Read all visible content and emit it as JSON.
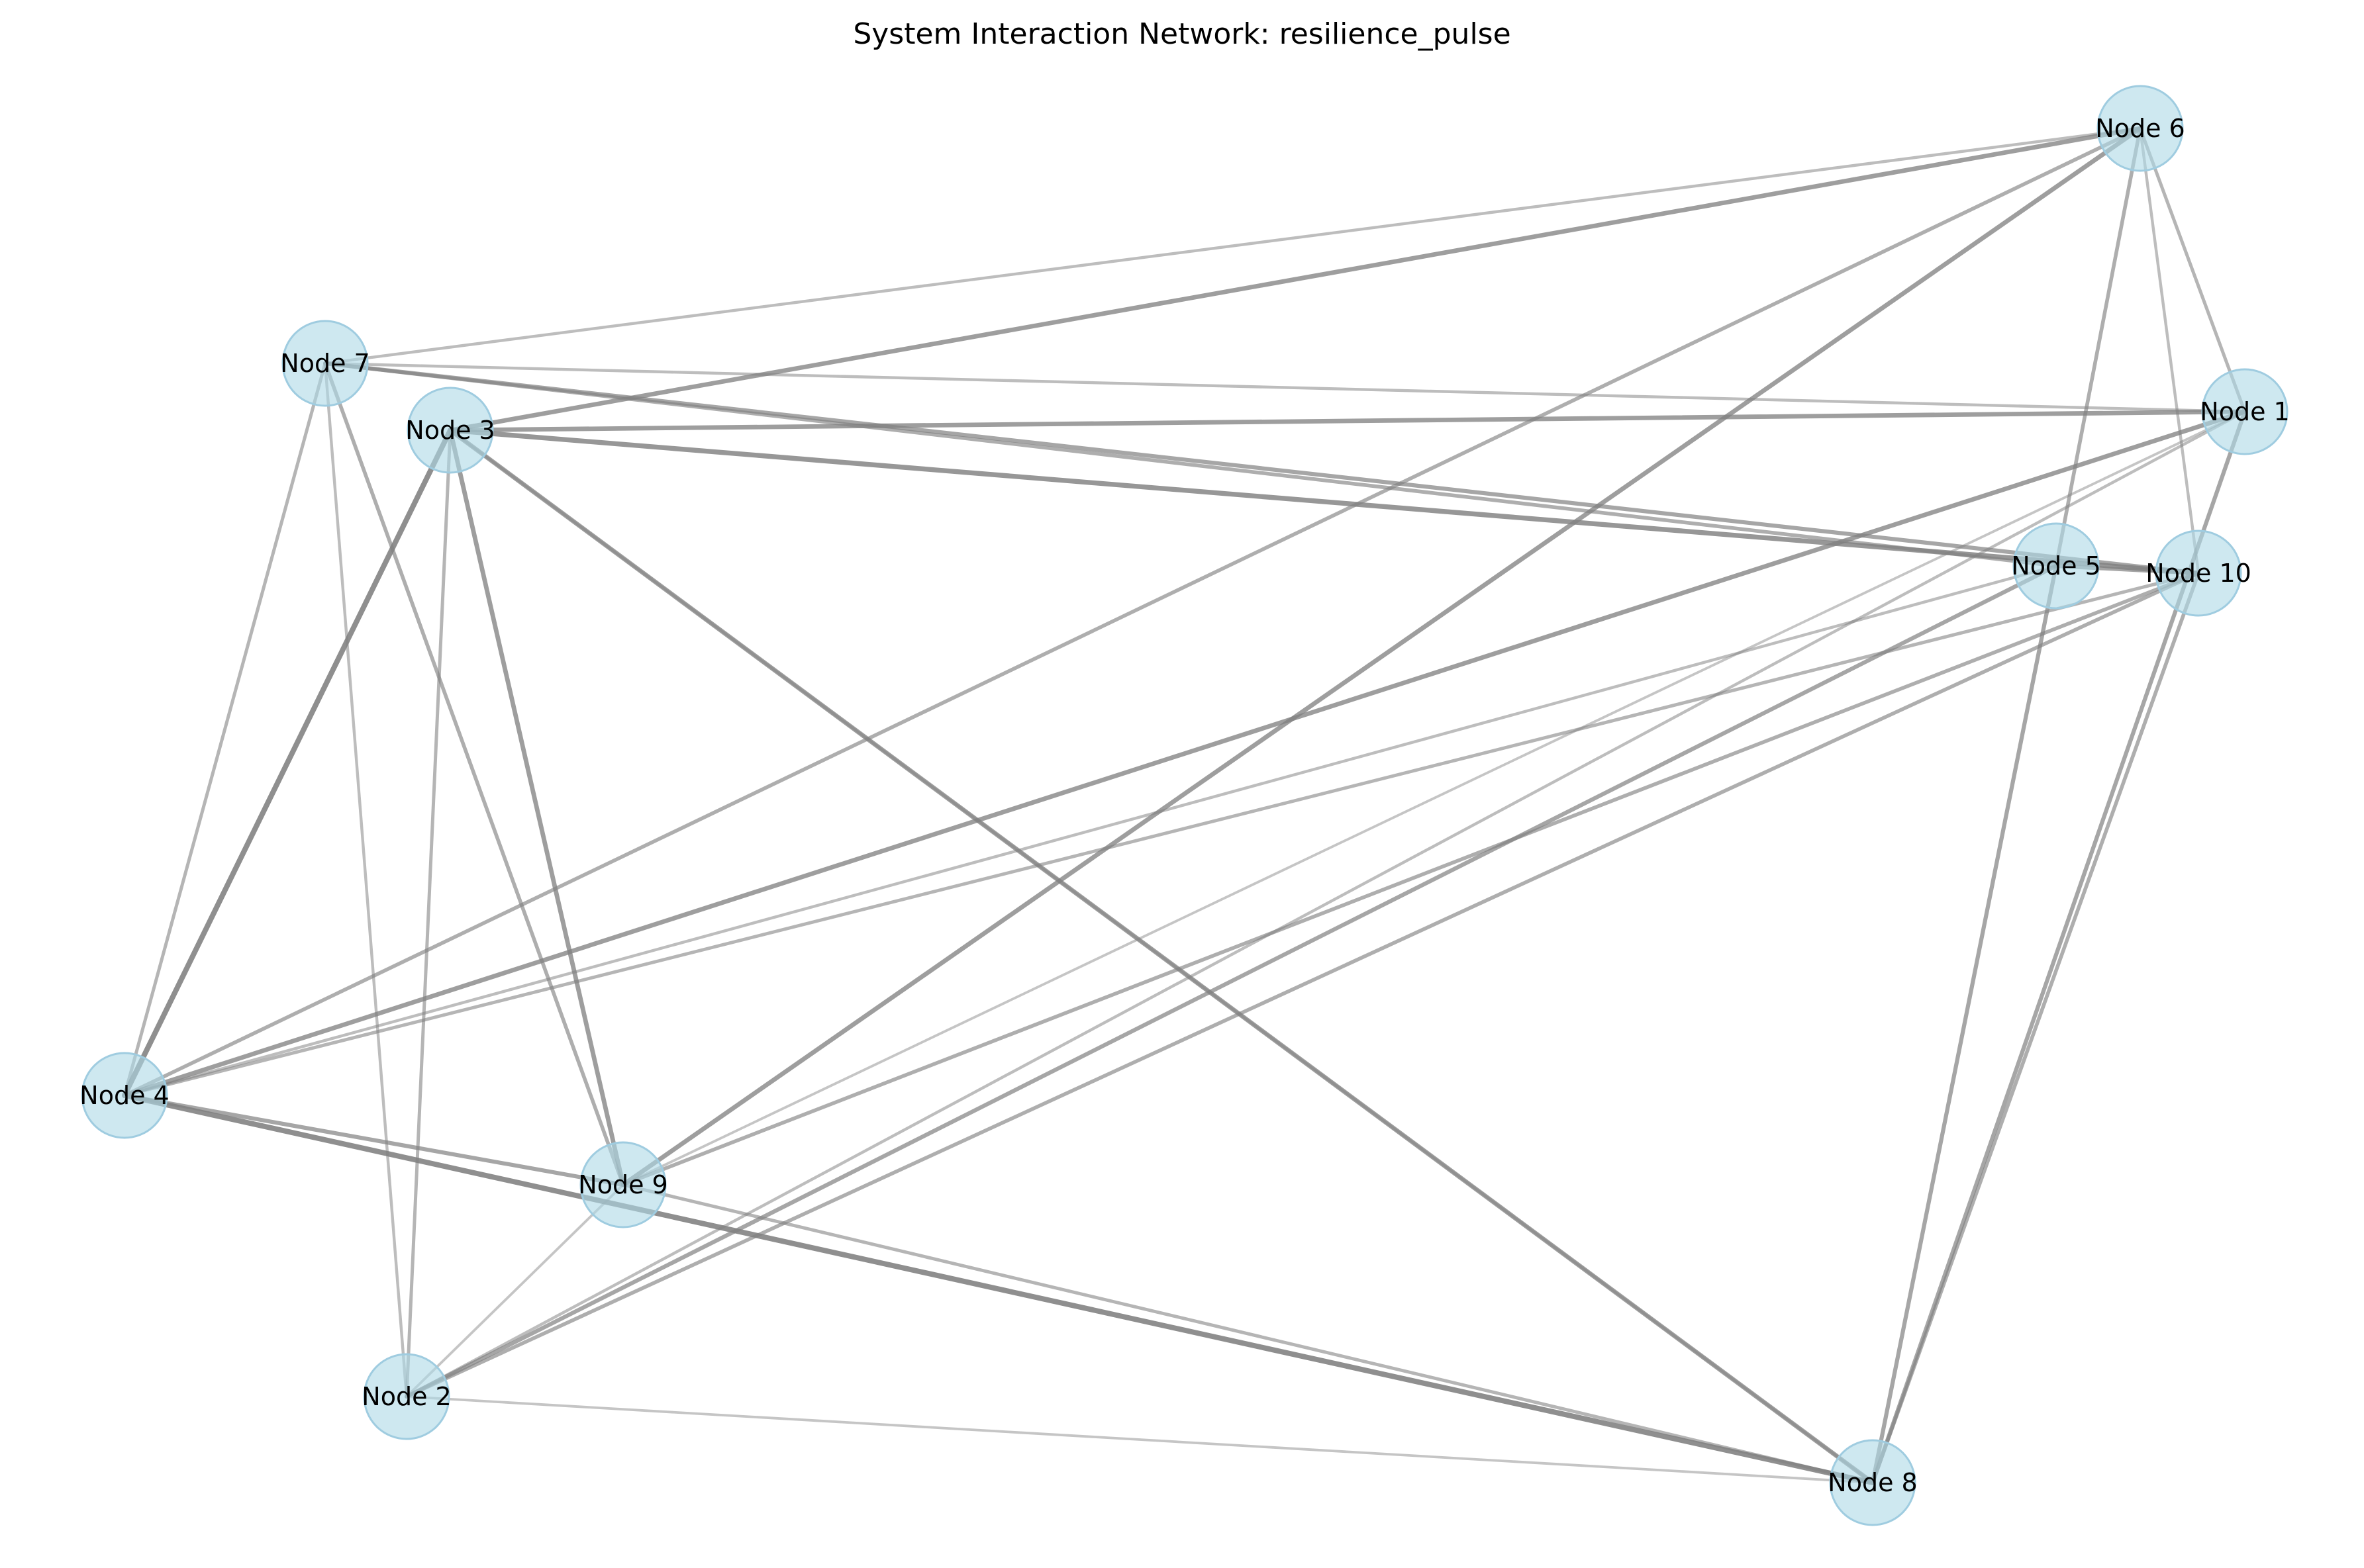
{
  "title": "System Interaction Network: resilience_pulse",
  "colors": {
    "node_fill": "#add8e6",
    "node_stroke": "#9fcce0",
    "edge": "#808080",
    "background": "#ffffff"
  },
  "nodes": [
    {
      "id": "n1",
      "label": "Node 1"
    },
    {
      "id": "n2",
      "label": "Node 2"
    },
    {
      "id": "n3",
      "label": "Node 3"
    },
    {
      "id": "n4",
      "label": "Node 4"
    },
    {
      "id": "n5",
      "label": "Node 5"
    },
    {
      "id": "n6",
      "label": "Node 6"
    },
    {
      "id": "n7",
      "label": "Node 7"
    },
    {
      "id": "n8",
      "label": "Node 8"
    },
    {
      "id": "n9",
      "label": "Node 9"
    },
    {
      "id": "n10",
      "label": "Node 10"
    }
  ],
  "edges": [
    {
      "source": "n7",
      "target": "n6",
      "weight": 0.4
    },
    {
      "source": "n3",
      "target": "n6",
      "weight": 0.8
    },
    {
      "source": "n4",
      "target": "n6",
      "weight": 0.6
    },
    {
      "source": "n9",
      "target": "n6",
      "weight": 0.8
    },
    {
      "source": "n6",
      "target": "n5",
      "weight": 0.6
    },
    {
      "source": "n6",
      "target": "n10",
      "weight": 0.4
    },
    {
      "source": "n6",
      "target": "n1",
      "weight": 0.5
    },
    {
      "source": "n7",
      "target": "n1",
      "weight": 0.4
    },
    {
      "source": "n3",
      "target": "n1",
      "weight": 0.8
    },
    {
      "source": "n7",
      "target": "n5",
      "weight": 0.6
    },
    {
      "source": "n7",
      "target": "n10",
      "weight": 0.7
    },
    {
      "source": "n3",
      "target": "n10",
      "weight": 0.9
    },
    {
      "source": "n7",
      "target": "n4",
      "weight": 0.5
    },
    {
      "source": "n7",
      "target": "n2",
      "weight": 0.4
    },
    {
      "source": "n7",
      "target": "n9",
      "weight": 0.6
    },
    {
      "source": "n3",
      "target": "n4",
      "weight": 1.0
    },
    {
      "source": "n3",
      "target": "n2",
      "weight": 0.5
    },
    {
      "source": "n3",
      "target": "n9",
      "weight": 0.8
    },
    {
      "source": "n3",
      "target": "n8",
      "weight": 0.8
    },
    {
      "source": "n3",
      "target": "n8",
      "weight": 0.3
    },
    {
      "source": "n4",
      "target": "n1",
      "weight": 0.8
    },
    {
      "source": "n4",
      "target": "n5",
      "weight": 0.4
    },
    {
      "source": "n4",
      "target": "n10",
      "weight": 0.5
    },
    {
      "source": "n4",
      "target": "n9",
      "weight": 0.7
    },
    {
      "source": "n4",
      "target": "n8",
      "weight": 1.0
    },
    {
      "source": "n9",
      "target": "n1",
      "weight": 0.3
    },
    {
      "source": "n9",
      "target": "n10",
      "weight": 0.6
    },
    {
      "source": "n9",
      "target": "n2",
      "weight": 0.3
    },
    {
      "source": "n9",
      "target": "n8",
      "weight": 0.5
    },
    {
      "source": "n2",
      "target": "n5",
      "weight": 0.7
    },
    {
      "source": "n2",
      "target": "n10",
      "weight": 0.6
    },
    {
      "source": "n2",
      "target": "n1",
      "weight": 0.4
    },
    {
      "source": "n2",
      "target": "n8",
      "weight": 0.3
    },
    {
      "source": "n5",
      "target": "n8",
      "weight": 0.7
    },
    {
      "source": "n1",
      "target": "n8",
      "weight": 0.7
    },
    {
      "source": "n10",
      "target": "n8",
      "weight": 0.6
    },
    {
      "source": "n5",
      "target": "n10",
      "weight": 0.7
    }
  ]
}
